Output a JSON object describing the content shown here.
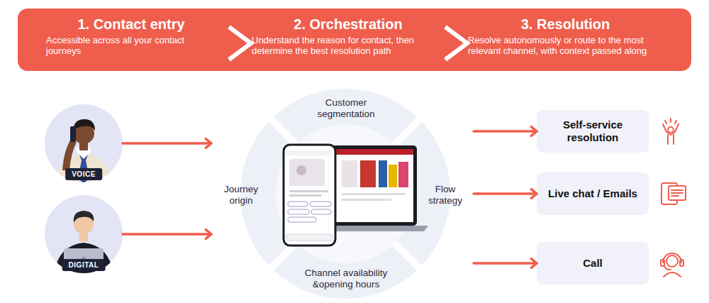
{
  "diagram": {
    "nodes": [
      {
        "text": [
          "1. Contact entry",
          "Accessible across all your contact journeys"
        ]
      },
      {
        "text": [
          "2. Orchestration",
          "Understand the reason for contact, then determine the best resolution path"
        ]
      },
      {
        "text": [
          "3. Resolution",
          "Resolve autonomously or route to the most relevant channel, with context passed along"
        ]
      },
      {
        "text": [
          "VOICE"
        ]
      },
      {
        "text": [
          "DIGITAL"
        ]
      },
      {
        "text": [
          "Customer segmentation"
        ]
      },
      {
        "text": [
          "Journey origin"
        ]
      },
      {
        "text": [
          "Flow strategy"
        ]
      },
      {
        "text": [
          "Channel availability &opening hours"
        ]
      },
      {
        "text": [
          "Self-service resolution"
        ]
      },
      {
        "text": [
          "Live chat / Emails"
        ]
      },
      {
        "text": [
          "Call"
        ]
      }
    ],
    "edges": [
      {
        "from": 3,
        "to": 6,
        "arrow": "to"
      },
      {
        "from": 4,
        "to": 6,
        "arrow": "to"
      },
      {
        "from": 7,
        "to": 9,
        "arrow": "to"
      },
      {
        "from": 7,
        "to": 10,
        "arrow": "to"
      },
      {
        "from": 7,
        "to": 11,
        "arrow": "to"
      }
    ]
  }
}
